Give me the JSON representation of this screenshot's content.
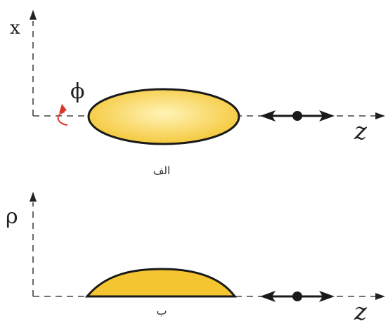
{
  "panel_a": {
    "vertical_axis_label": "x",
    "horizontal_axis_label": "z",
    "angle_label": "ϕ",
    "caption": "الف"
  },
  "panel_b": {
    "vertical_axis_label": "ρ",
    "horizontal_axis_label": "z",
    "caption": "ب"
  },
  "colors": {
    "shape_fill": "#f4c531",
    "shape_highlight": "#fff3b8",
    "shape_outline": "#1a1a1a",
    "rotation_arrow": "#d9362b"
  }
}
